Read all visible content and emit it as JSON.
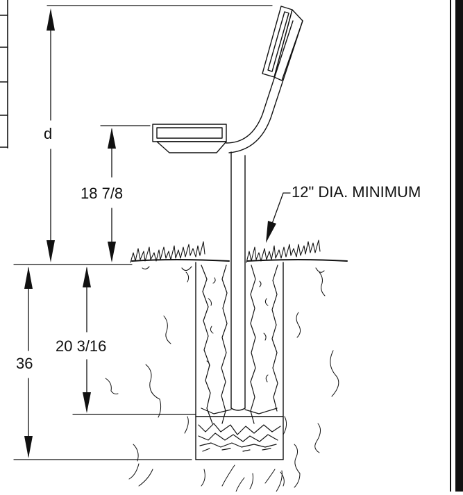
{
  "dimensions": {
    "overall_height": "d",
    "seat_height": "18 7/8",
    "embed_depth": "36",
    "post_embed": "20 3/16",
    "footing_note": "12\" DIA. MINIMUM"
  },
  "colors": {
    "line": "#111111",
    "background": "#ffffff"
  }
}
